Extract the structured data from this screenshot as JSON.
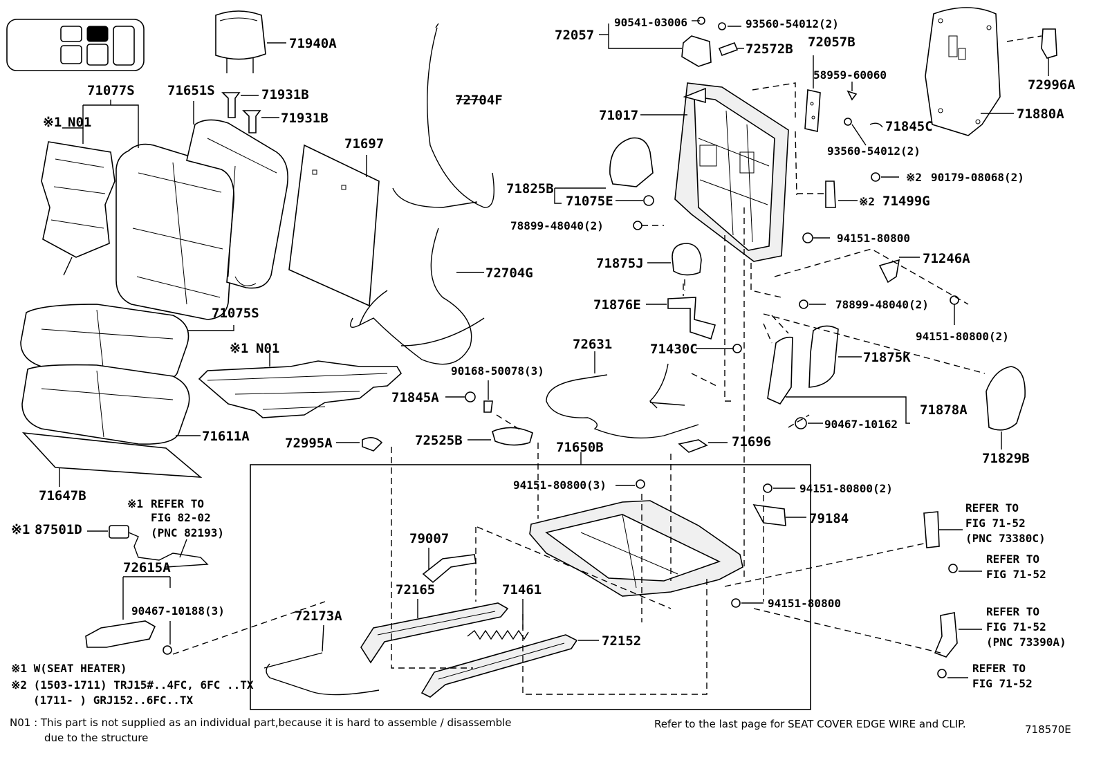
{
  "labels": {
    "l71940A": "71940A",
    "l71077S": "71077S",
    "l71651S": "71651S",
    "l71931B_1": "71931B",
    "l71931B_2": "71931B",
    "lN01_1": "N01",
    "l71697": "71697",
    "l72704F": "72704F",
    "l72704G": "72704G",
    "l71075S": "71075S",
    "lN01_2": "N01",
    "l71611A": "71611A",
    "l71647B": "71647B",
    "l72057": "72057",
    "l90541": "90541-03006",
    "l93560a": "93560-54012(2)",
    "l72572B": "72572B",
    "l72057B": "72057B",
    "l58959": "58959-60060",
    "l71017": "71017",
    "l71845C": "71845C",
    "l93560b": "93560-54012(2)",
    "l71996A": "72996A",
    "l71880A": "71880A",
    "l71825B": "71825B",
    "l71075E": "71075E",
    "l90179": "90179-08068(2)",
    "l71499G": "71499G",
    "l78899a": "78899-48040(2)",
    "l94151a": "94151-80800",
    "l71875J": "71875J",
    "l71246A": "71246A",
    "l71876E": "71876E",
    "l78899b": "78899-48040(2)",
    "l94151b": "94151-80800(2)",
    "l72631": "72631",
    "l71430C": "71430C",
    "l71875K": "71875K",
    "l90168": "90168-50078(3)",
    "l71845A": "71845A",
    "l71878A": "71878A",
    "l90467a": "90467-10162",
    "l72995A": "72995A",
    "l72525B": "72525B",
    "l71650B": "71650B",
    "l71696": "71696",
    "l71829B": "71829B",
    "l94151c": "94151-80800(3)",
    "l94151d": "94151-80800(2)",
    "l79184": "79184",
    "l87501D": "87501D",
    "l79007": "79007",
    "l72615A": "72615A",
    "l90467b": "90467-10188(3)",
    "l72165": "72165",
    "l71461": "71461",
    "l94151e": "94151-80800",
    "l72173A": "72173A",
    "l72152": "72152"
  },
  "marks": {
    "m1": "※1",
    "m2": "※2"
  },
  "refs": {
    "refer_to": "REFER TO",
    "fig_82_02": "FIG 82-02",
    "pnc_82193": "(PNC 82193)",
    "fig_71_52": "FIG 71-52",
    "pnc_73380C": "(PNC 73380C)",
    "pnc_73390A": "(PNC 73390A)"
  },
  "notes": {
    "n1": "※1 W(SEAT HEATER)",
    "n2a": "※2 (1503-1711) TRJ15#..4FC, 6FC ..TX",
    "n2b": "(1711-      ) GRJ152..6FC..TX",
    "n01a": "N01 : This part is not supplied as an individual part,because it is hard to assemble / disassemble",
    "n01b": "due to the structure",
    "refer_last": "Refer to the last page for SEAT COVER EDGE WIRE and CLIP.",
    "fig_code": "718570E"
  }
}
